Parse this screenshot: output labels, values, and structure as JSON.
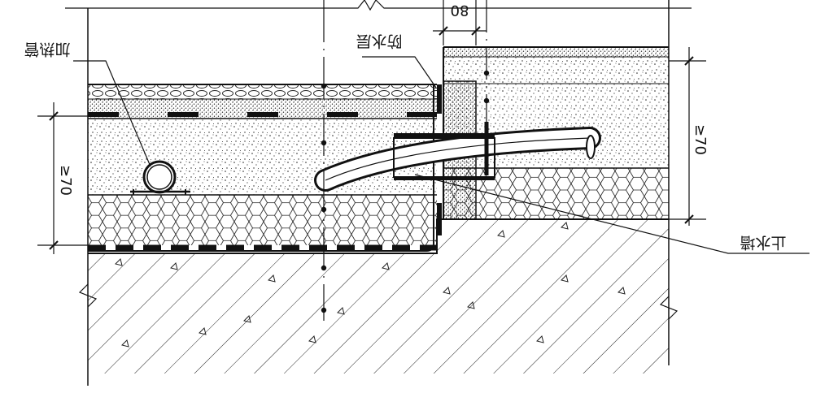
{
  "labels": {
    "heating_pipe": "加热管",
    "waterproof_layer": "防水层",
    "water_stop_curb": "止水墙"
  },
  "dimensions": {
    "curb_width": "80",
    "left_thickness": "≥70",
    "right_thickness": "≥70"
  },
  "colors": {
    "line": "#111111",
    "background": "#ffffff"
  }
}
